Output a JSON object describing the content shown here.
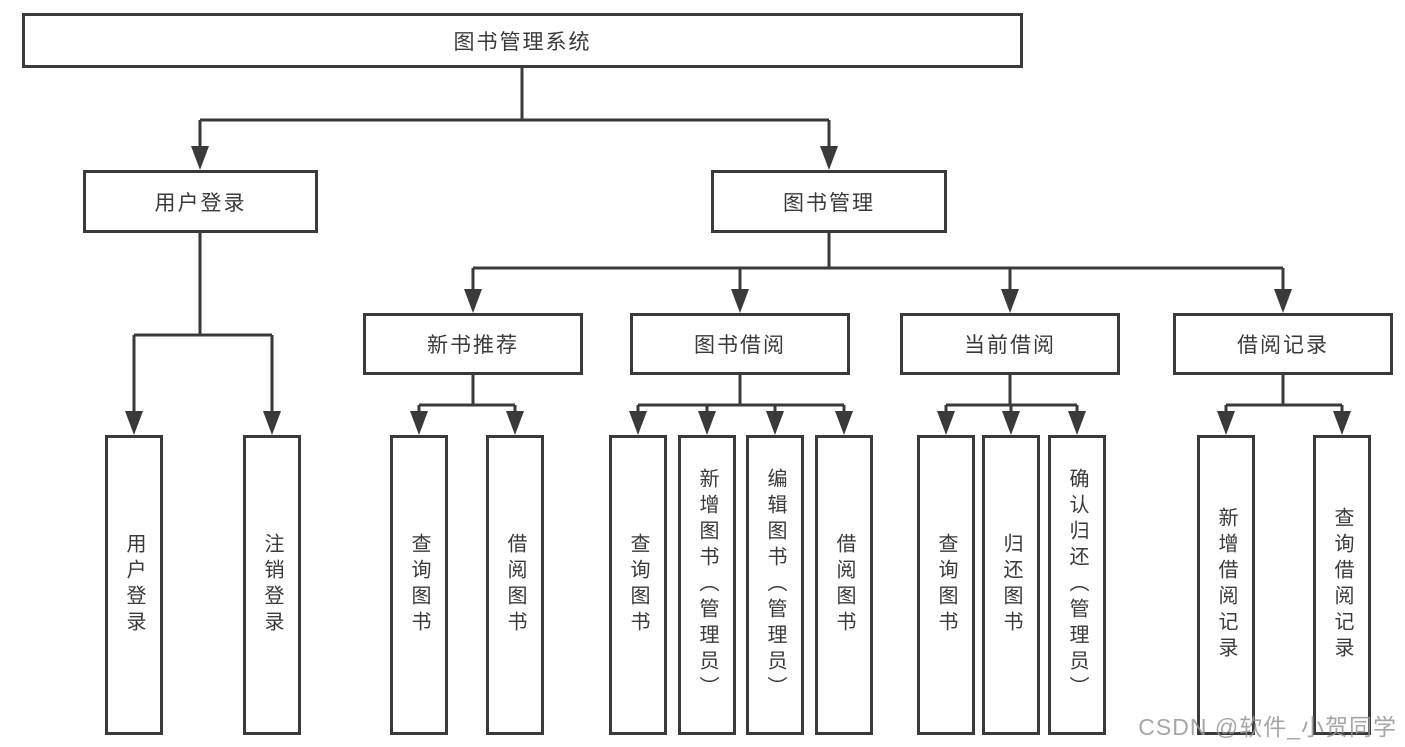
{
  "diagram": {
    "root": {
      "label": "图书管理系统"
    },
    "level2": [
      {
        "id": "user-login",
        "label": "用户登录"
      },
      {
        "id": "book-management",
        "label": "图书管理"
      }
    ],
    "level3": [
      {
        "id": "new-book-recommend",
        "label": "新书推荐",
        "parent": "book-management"
      },
      {
        "id": "book-borrow",
        "label": "图书借阅",
        "parent": "book-management"
      },
      {
        "id": "current-borrow",
        "label": "当前借阅",
        "parent": "book-management"
      },
      {
        "id": "borrow-records",
        "label": "借阅记录",
        "parent": "book-management"
      }
    ],
    "leaves": [
      {
        "parent": "user-login",
        "label": "用户登录"
      },
      {
        "parent": "user-login",
        "label": "注销登录"
      },
      {
        "parent": "new-book-recommend",
        "label": "查询图书"
      },
      {
        "parent": "new-book-recommend",
        "label": "借阅图书"
      },
      {
        "parent": "book-borrow",
        "label": "查询图书"
      },
      {
        "parent": "book-borrow",
        "label": "新增图书（管理员）"
      },
      {
        "parent": "book-borrow",
        "label": "编辑图书（管理员）"
      },
      {
        "parent": "book-borrow",
        "label": "借阅图书"
      },
      {
        "parent": "current-borrow",
        "label": "查询图书"
      },
      {
        "parent": "current-borrow",
        "label": "归还图书"
      },
      {
        "parent": "current-borrow",
        "label": "确认归还（管理员）"
      },
      {
        "parent": "borrow-records",
        "label": "新增借阅记录"
      },
      {
        "parent": "borrow-records",
        "label": "查询借阅记录"
      }
    ],
    "colors": {
      "line": "#3a3a3a",
      "text": "#3a3a3a",
      "box_background": "#ffffff",
      "page_background": "#ffffff",
      "watermark": "#969696"
    },
    "watermark": "CSDN @软件_小贺同学"
  }
}
